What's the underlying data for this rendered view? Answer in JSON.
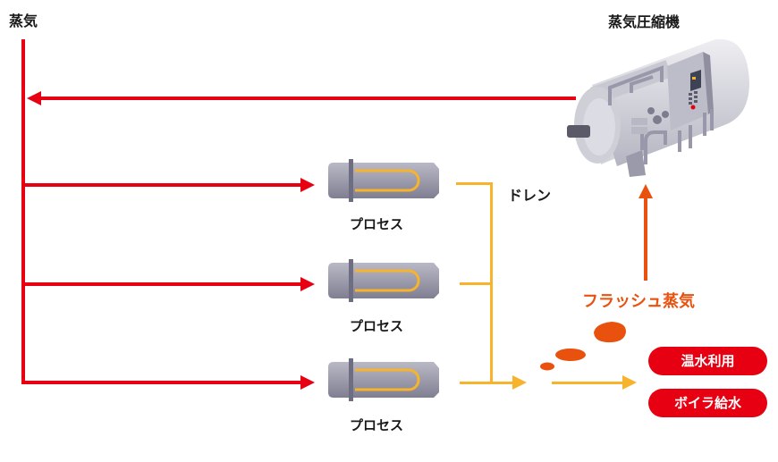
{
  "labels": {
    "steam": "蒸気",
    "compressor": "蒸気圧縮機",
    "drain": "ドレン",
    "flash_steam": "フラッシュ蒸気"
  },
  "processes": [
    {
      "label": "プロセス"
    },
    {
      "label": "プロセス"
    },
    {
      "label": "プロセス"
    }
  ],
  "outputs": [
    {
      "label": "温水利用"
    },
    {
      "label": "ボイラ給水"
    }
  ],
  "colors": {
    "steam_line": "#e60012",
    "drain_line": "#f7b32b",
    "flash": "#e8520e",
    "pill_bg": "#e60012"
  }
}
